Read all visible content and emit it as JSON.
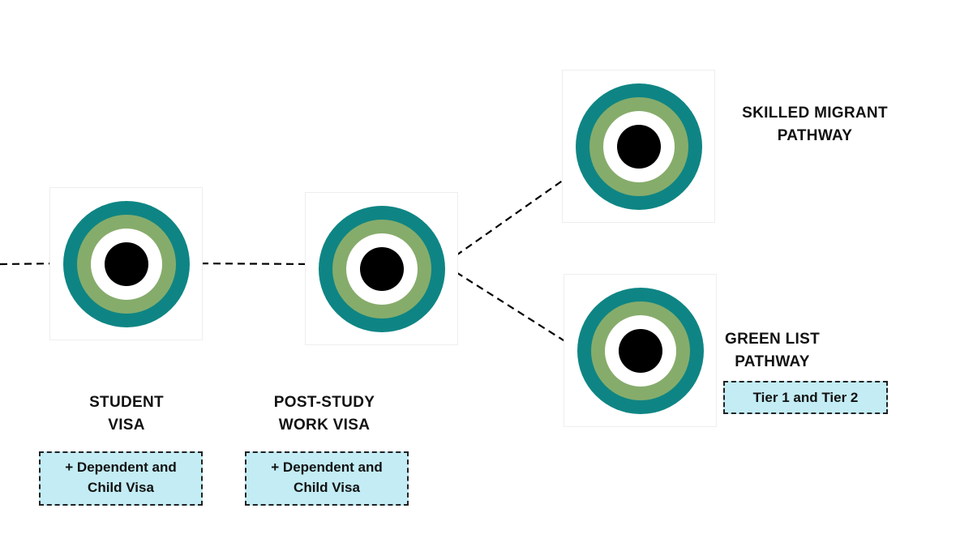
{
  "diagram": {
    "nodes": [
      {
        "id": "student",
        "label": "STUDENT\nVISA",
        "tag": "+ Dependent and\nChild Visa"
      },
      {
        "id": "post-study",
        "label": "POST-STUDY\nWORK VISA",
        "tag": "+ Dependent and\nChild Visa"
      },
      {
        "id": "skilled",
        "label": "SKILLED MIGRANT\nPATHWAY"
      },
      {
        "id": "green-list",
        "label": "GREEN LIST\nPATHWAY",
        "tag": "Tier 1 and Tier 2"
      }
    ],
    "colors": {
      "outer_ring": "#0e8584",
      "middle_ring": "#86ac6b",
      "inner_ring": "#ffffff",
      "center": "#000000",
      "tag_fill": "#c3ecf4",
      "connector": "#000000"
    },
    "icon": "target-icon"
  }
}
